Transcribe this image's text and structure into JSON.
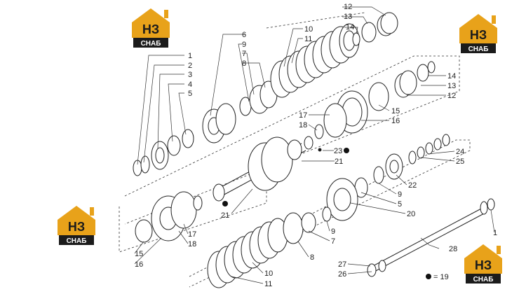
{
  "logo": {
    "main": "НЗ",
    "sub": "СНАБ",
    "main_color": "#1b1b1b",
    "sub_color": "#ffffff",
    "accent": "#e8a21a",
    "dark": "#1b1b1b"
  },
  "callouts": {
    "c1": "1",
    "c2": "2",
    "c3": "3",
    "c4": "4",
    "c5": "5",
    "c6": "6",
    "c9a": "9",
    "c7a": "7",
    "c8a": "8",
    "c10a": "10",
    "c11a": "11",
    "c12a": "12",
    "c13a": "13",
    "c14a": "14",
    "c14b": "14",
    "c13b": "13",
    "c12b": "12",
    "c15a": "15",
    "c16a": "16",
    "c17a": "17",
    "c18a": "18",
    "c23": "23",
    "c21a": "21",
    "c24": "24",
    "c25": "25",
    "c22": "22",
    "c9b": "9",
    "c5b": "5",
    "c20": "20",
    "c21b": "21",
    "c17b": "17",
    "c18b": "18",
    "c15b": "15",
    "c16b": "16",
    "c9c": "9",
    "c7b": "7",
    "c8b": "8",
    "c10b": "10",
    "c11b": "11",
    "c1b": "1",
    "c28": "28",
    "c27": "27",
    "c26": "26",
    "c19": "= 19"
  }
}
